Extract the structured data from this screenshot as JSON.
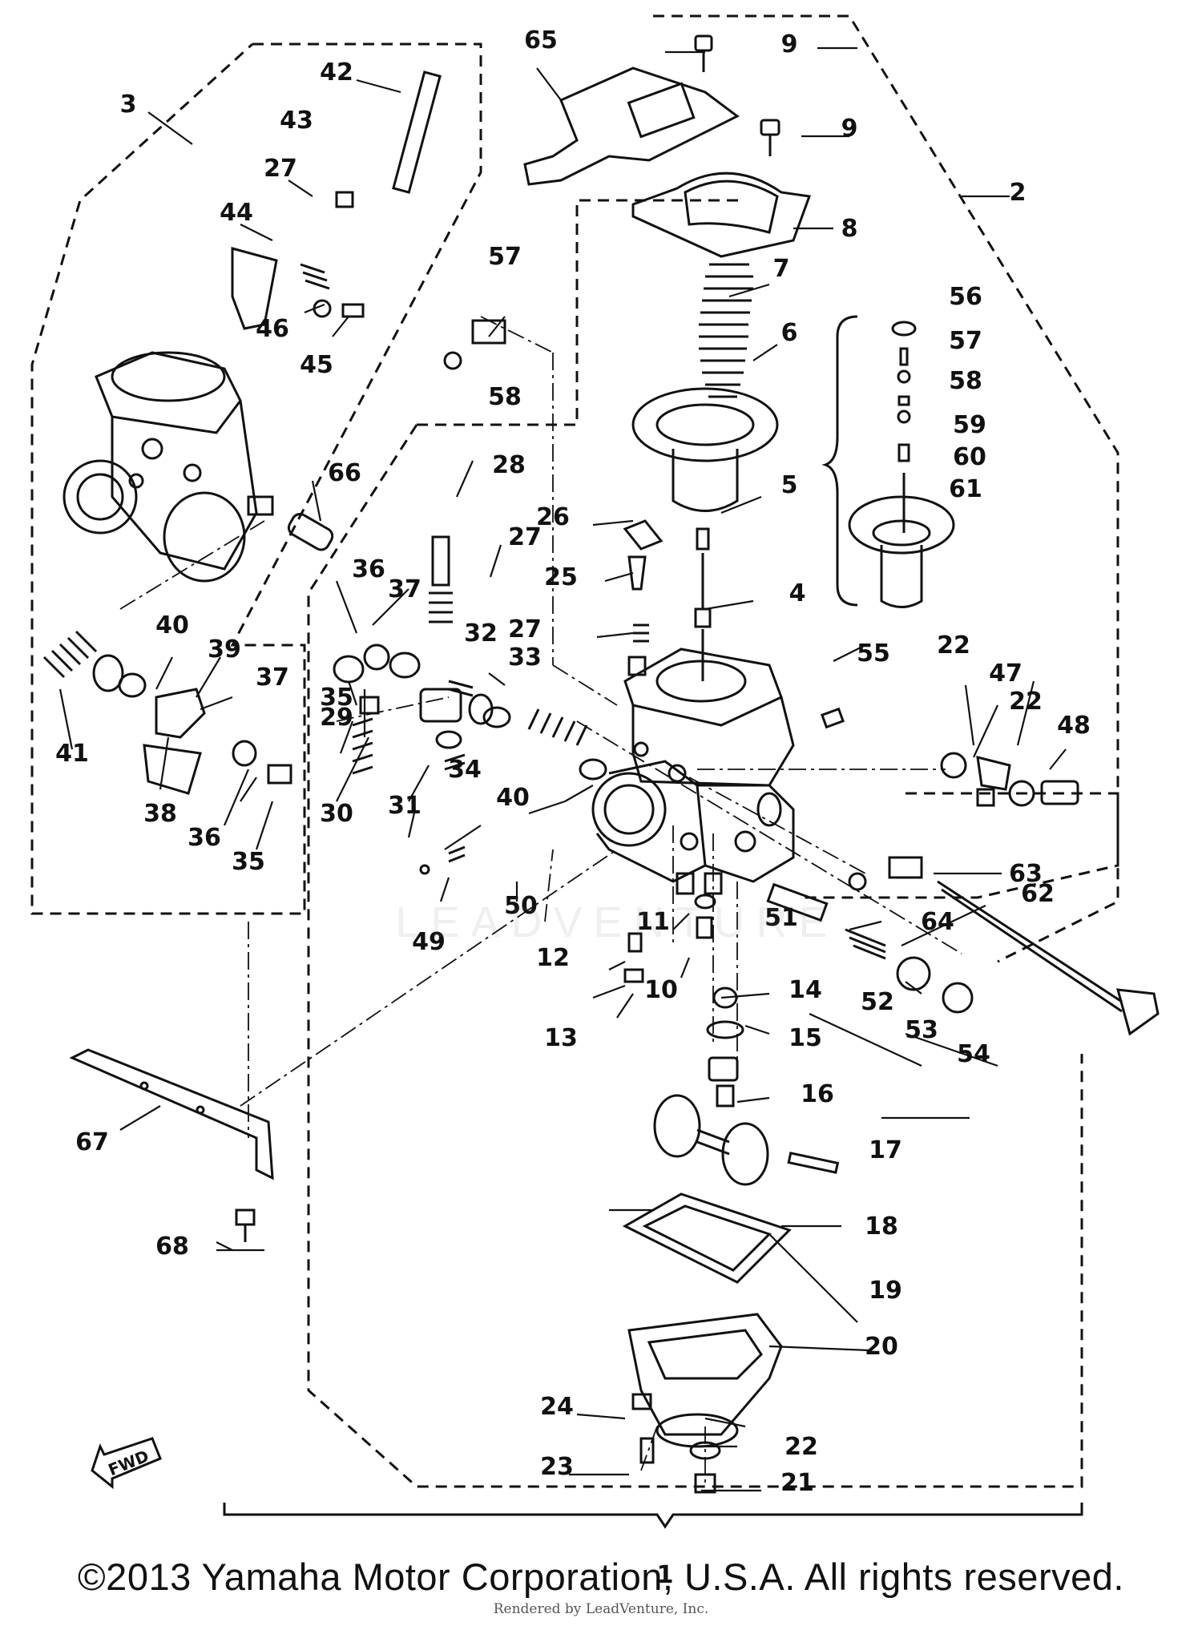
{
  "diagram": {
    "labels": [
      "1",
      "2",
      "3",
      "4",
      "5",
      "6",
      "7",
      "8",
      "9",
      "9",
      "10",
      "11",
      "12",
      "13",
      "14",
      "15",
      "16",
      "17",
      "18",
      "19",
      "20",
      "21",
      "22",
      "22",
      "22",
      "23",
      "24",
      "25",
      "26",
      "27",
      "27",
      "27",
      "28",
      "29",
      "30",
      "31",
      "32",
      "33",
      "34",
      "35",
      "35",
      "36",
      "36",
      "37",
      "37",
      "38",
      "39",
      "40",
      "40",
      "41",
      "42",
      "43",
      "44",
      "45",
      "46",
      "47",
      "48",
      "49",
      "50",
      "51",
      "52",
      "53",
      "54",
      "55",
      "56",
      "57",
      "57",
      "58",
      "58",
      "59",
      "60",
      "61",
      "62",
      "63",
      "64",
      "65",
      "66",
      "67",
      "68"
    ],
    "fwd_label": "FWD",
    "watermark": "LEADVENTURE"
  },
  "footer": {
    "copyright": "©2013 Yamaha Motor Corporation, U.S.A. All rights reserved.",
    "rendered_by": "Rendered by LeadVenture, Inc."
  }
}
